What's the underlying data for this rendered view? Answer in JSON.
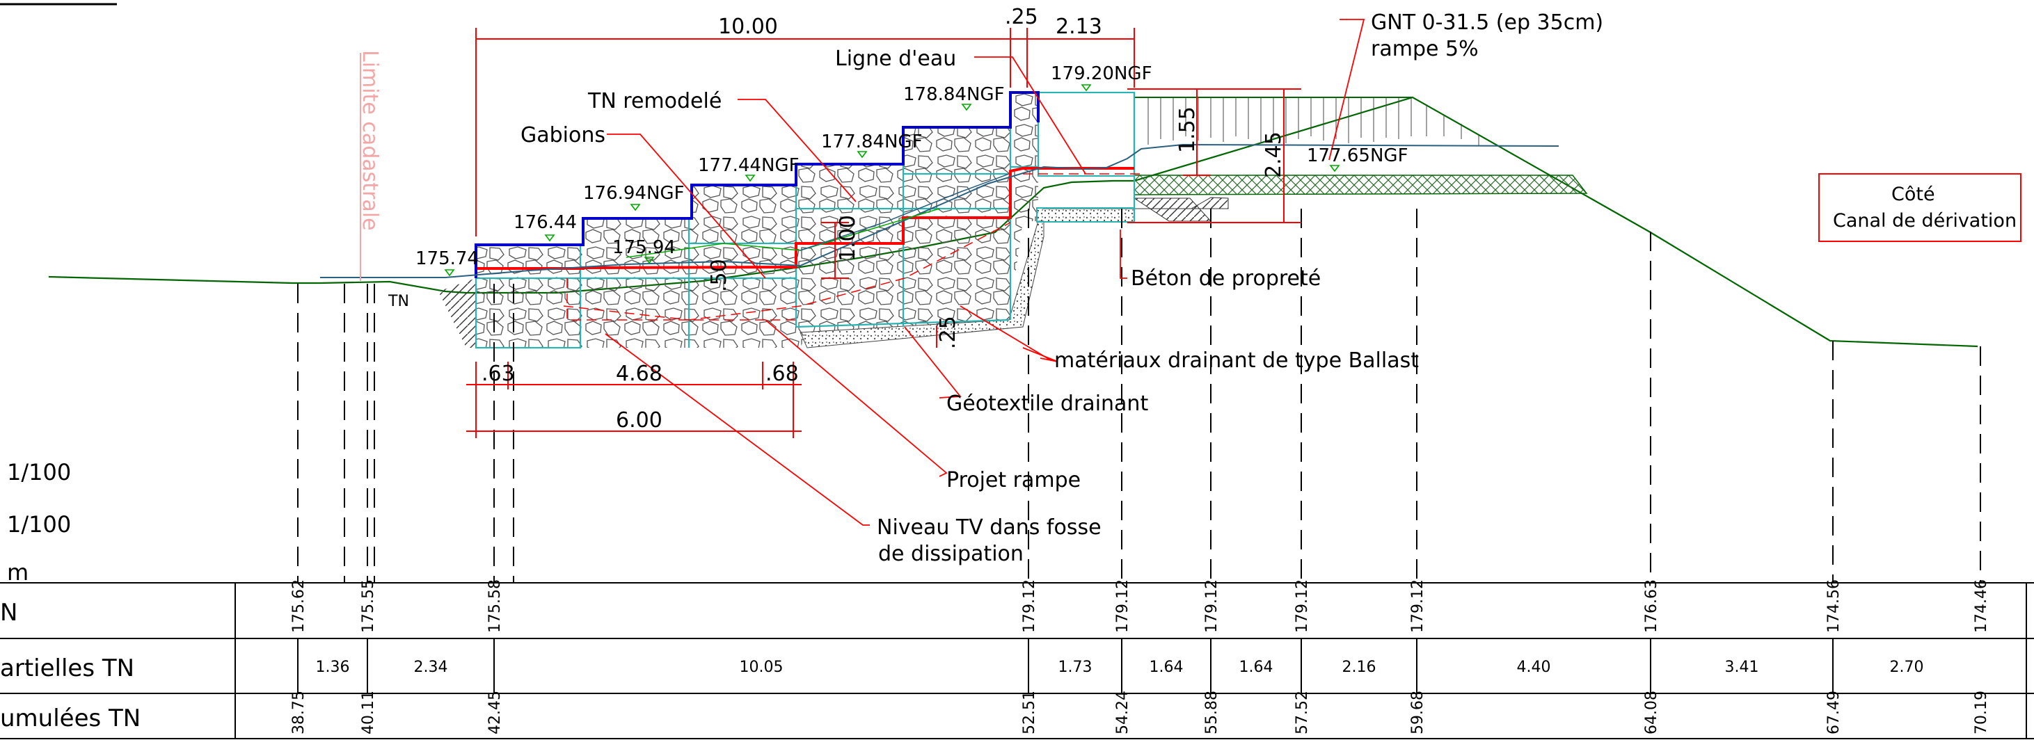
{
  "left_labels": {
    "scale_h": "1/100",
    "scale_v": "1/100",
    "unit": "m",
    "row_tn": "N",
    "row_partial": "artielles TN",
    "row_cumul": "umulées TN"
  },
  "annotations": {
    "limite_cadastrale": "Limite cadastrale",
    "ligne_eau": "Ligne d'eau",
    "tn_remodele": "TN remodelé",
    "gabions": "Gabions",
    "gnt_line1": "GNT 0-31.5 (ep 35cm)",
    "gnt_line2": "rampe 5%",
    "cote_line1": "Côté",
    "cote_line2": "Canal de dérivation",
    "beton": "Béton de propreté",
    "ballast": "matériaux drainant de type Ballast",
    "geotextile": "Géotextile drainant",
    "projet_rampe": "Projet rampe",
    "niveau_line1": "Niveau TV dans fosse",
    "niveau_line2": "de dissipation",
    "tn_small": "TN"
  },
  "elevations": {
    "e1": "175.74",
    "e2": "176.44",
    "e3": "176.94NGF",
    "e4": "175.94",
    "e5": "177.44NGF",
    "e6": "177.84NGF",
    "e7": "178.84NGF",
    "e8": "179.20NGF",
    "e9": "177.65NGF"
  },
  "dimensions": {
    "d_top": "10.00",
    "d_25": ".25",
    "d_213": "2.13",
    "d_155": "1.55",
    "d_245": "2.45",
    "d_100": "1.00",
    "d_50": ".50",
    "d_25b": ".25",
    "d_63": ".63",
    "d_468": "4.68",
    "d_68": ".68",
    "d_600": "6.00"
  },
  "table": {
    "tn_values": [
      "175.62",
      "175.55",
      "175.58",
      "179.12",
      "179.12",
      "179.12",
      "179.12",
      "179.12",
      "176.63",
      "174.56",
      "174.46"
    ],
    "partial_values": [
      "1.36",
      "2.34",
      "10.05",
      "1.73",
      "1.64",
      "1.64",
      "2.16",
      "4.40",
      "3.41",
      "2.70"
    ],
    "cumul_values": [
      "38.75",
      "40.11",
      "42.45",
      "52.51",
      "54.24",
      "55.88",
      "57.52",
      "59.68",
      "64.08",
      "67.49",
      "70.19"
    ]
  },
  "colors": {
    "red": "#ff0000",
    "blue": "#0000cc",
    "cyan": "#2ab3b3",
    "green": "#006600",
    "water": "#2a6080",
    "pink": "#f2a6a6"
  }
}
